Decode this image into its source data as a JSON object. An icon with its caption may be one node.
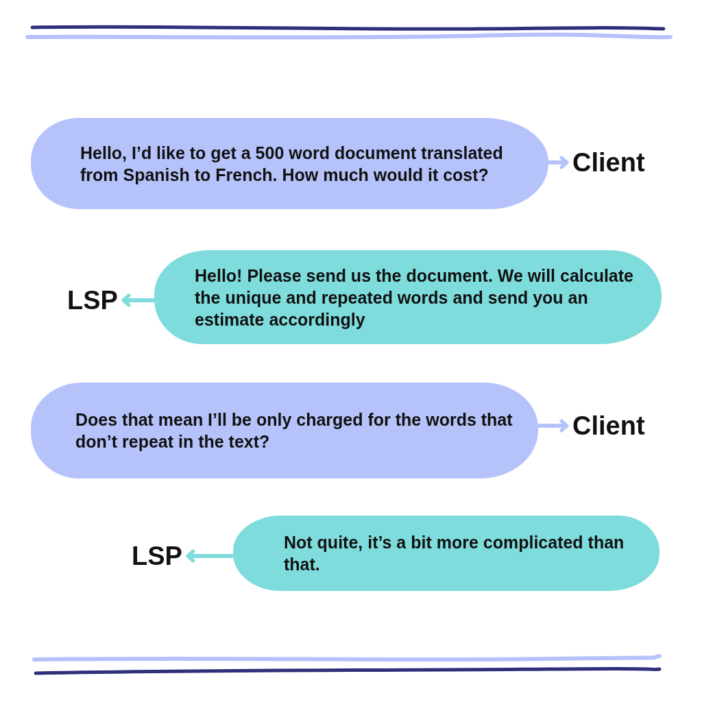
{
  "diagram": {
    "nodes": [
      {
        "text": [
          "Hello, I’d like to get a 500 word document translated from Spanish to French. How much would it cost?"
        ]
      },
      {
        "text": [
          "Client"
        ]
      },
      {
        "text": [
          "Hello! Please send us the document. We will calculate the unique and repeated words and send you an estimate accordingly"
        ]
      },
      {
        "text": [
          "LSP"
        ]
      },
      {
        "text": [
          "Does that mean I’ll be only charged for the words that don’t repeat in the text?"
        ]
      },
      {
        "text": [
          "Client"
        ]
      },
      {
        "text": [
          "Not quite, it’s a bit more complicated than that."
        ]
      },
      {
        "text": [
          "LSP"
        ]
      }
    ],
    "edges": [
      {
        "from": 0,
        "to": 1,
        "arrow": "to",
        "color": "#b6c3fb"
      },
      {
        "from": 2,
        "to": 3,
        "arrow": "to",
        "color": "#7fdcdd"
      },
      {
        "from": 4,
        "to": 5,
        "arrow": "to",
        "color": "#b6c3fb"
      },
      {
        "from": 6,
        "to": 7,
        "arrow": "to",
        "color": "#7fdcdd"
      }
    ]
  }
}
